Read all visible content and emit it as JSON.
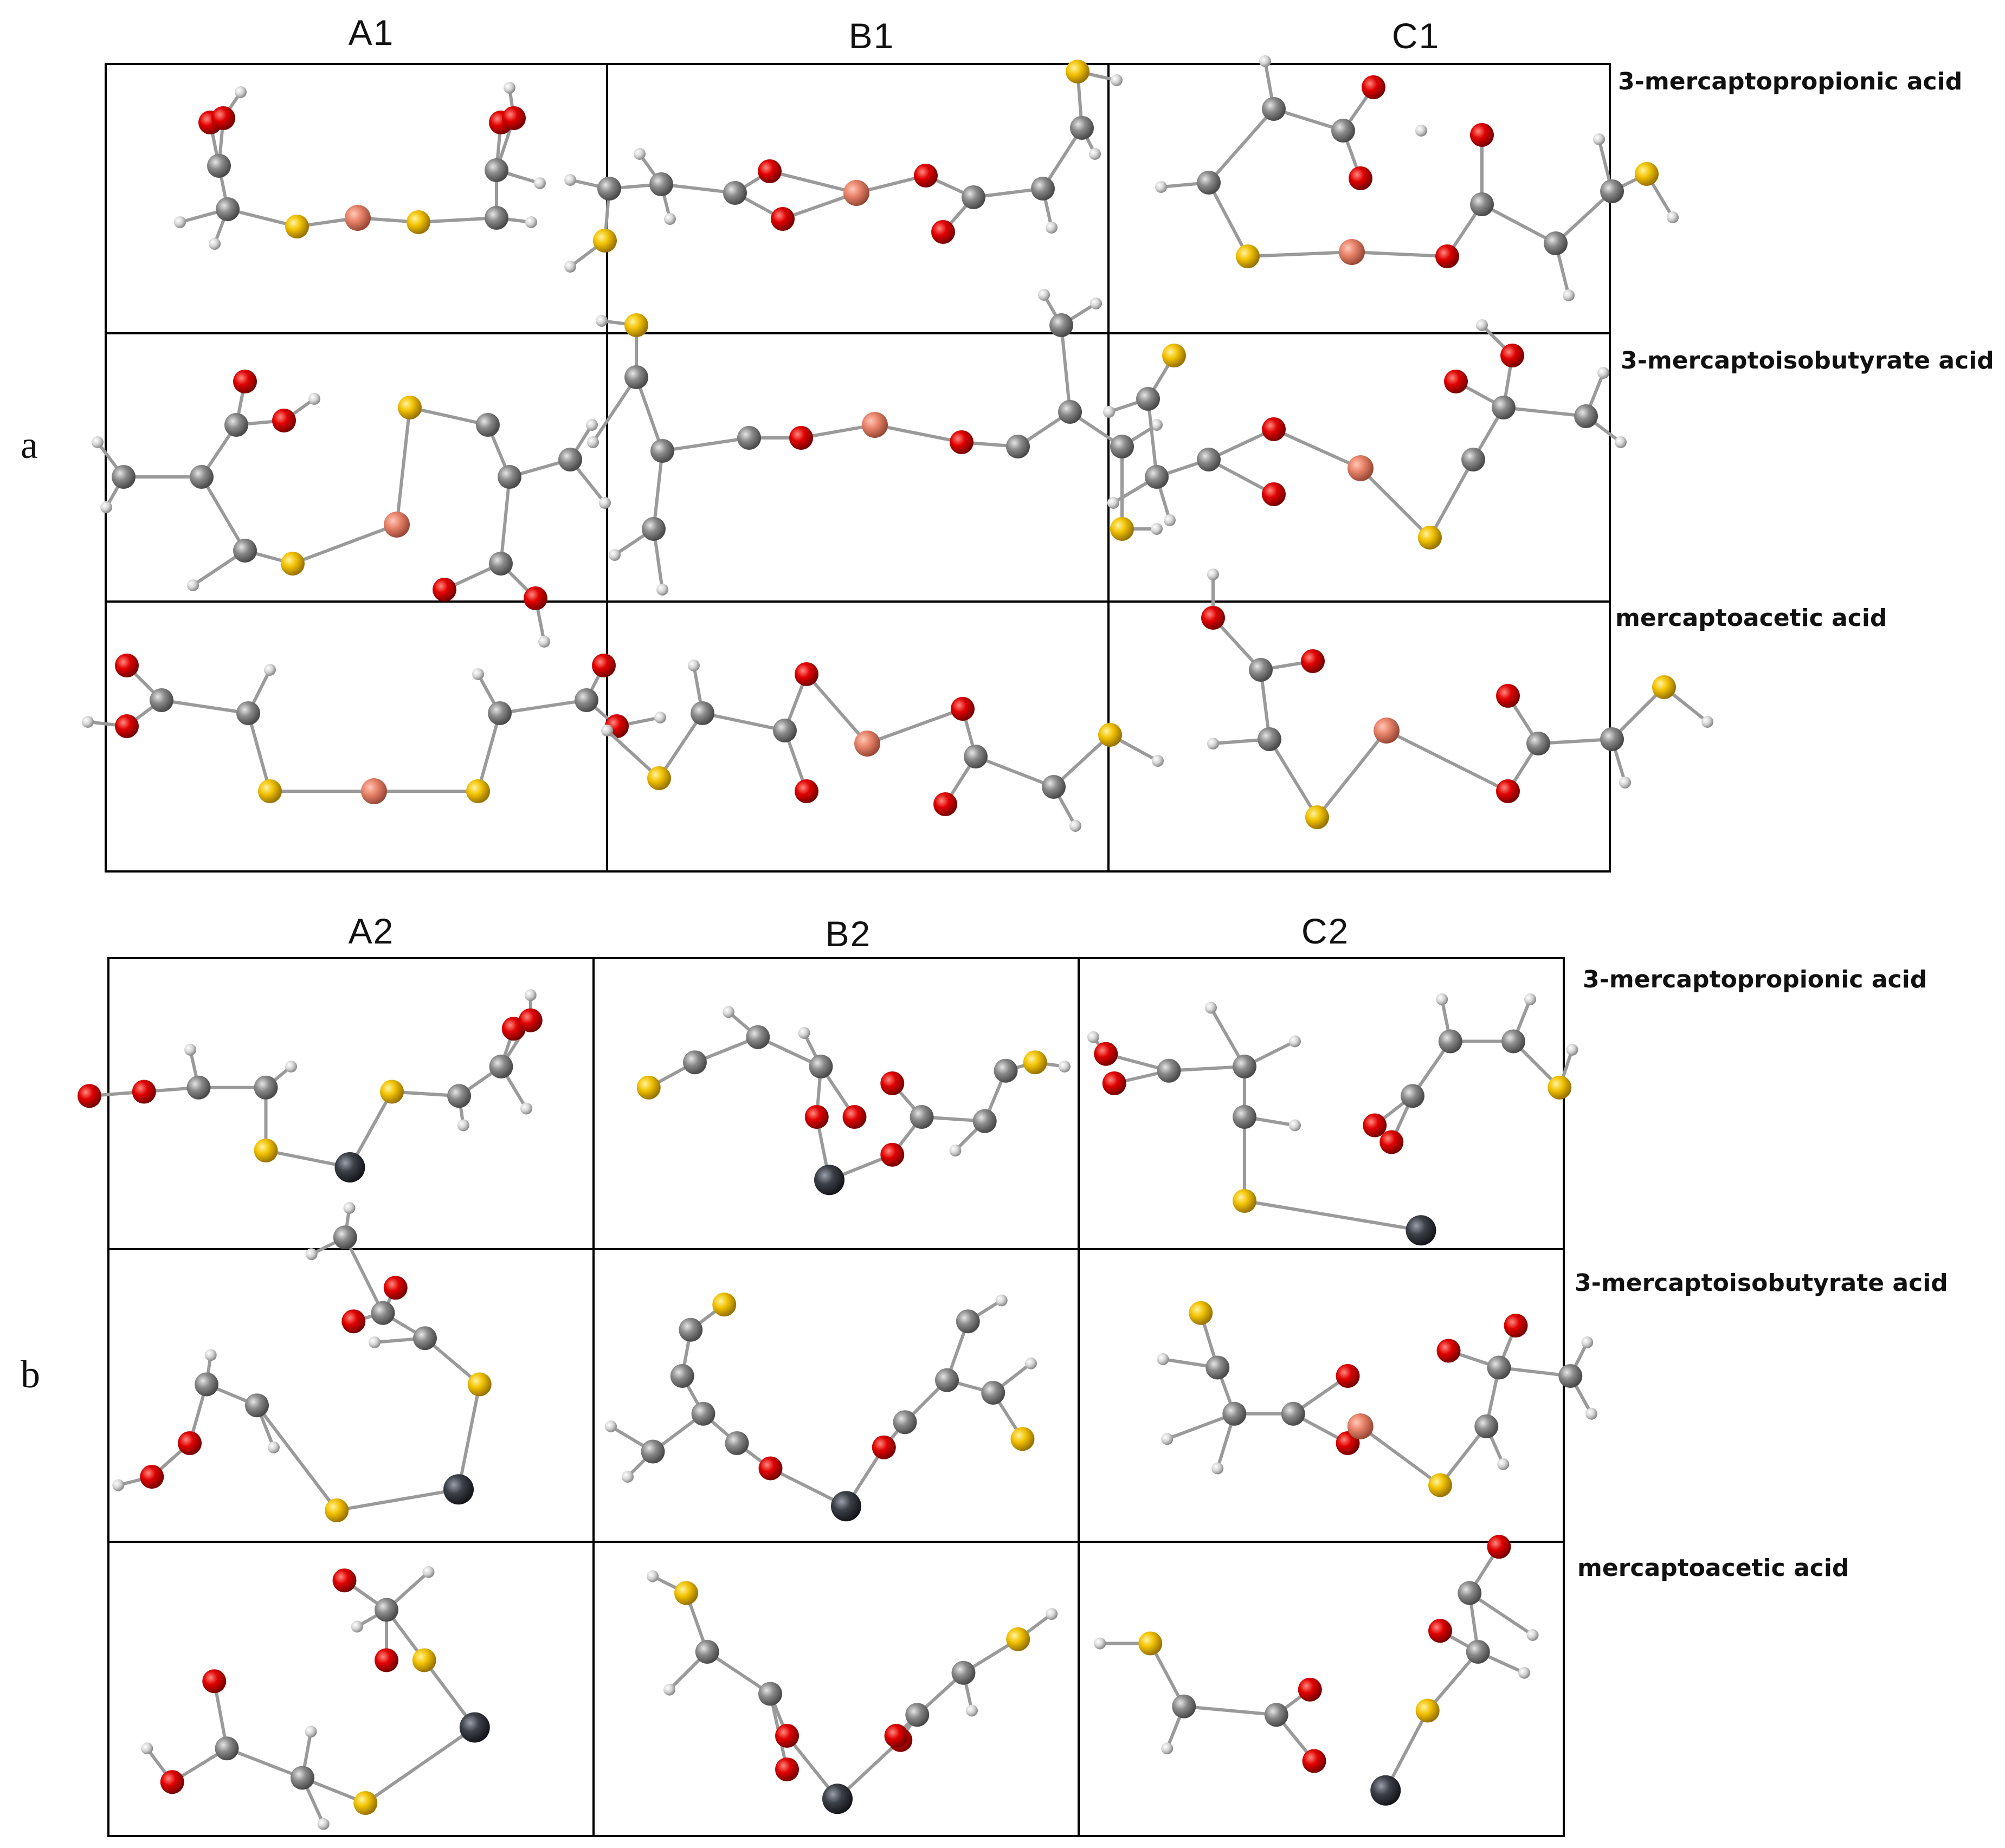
{
  "colors": {
    "oxygen": "#e00000",
    "sulfur": "#f2c200",
    "carbon": "#8a8a8a",
    "hydrogen": "#dcdcdc",
    "copper": "#e8836a",
    "metal_dark": "#3c4048",
    "bond": "#9a9a9a"
  },
  "panel_a": {
    "letter": "a",
    "columns": [
      "A1",
      "B1",
      "C1"
    ],
    "rows": [
      "3-mercaptopropionic acid",
      "3-mercaptoisobutyrate acid",
      "mercaptoacetic acid"
    ]
  },
  "panel_b": {
    "letter": "b",
    "columns": [
      "A2",
      "B2",
      "C2"
    ],
    "rows": [
      "3-mercaptopropionic acid",
      "3-mercaptoisobutyrate acid",
      "mercaptoacetic acid"
    ]
  }
}
